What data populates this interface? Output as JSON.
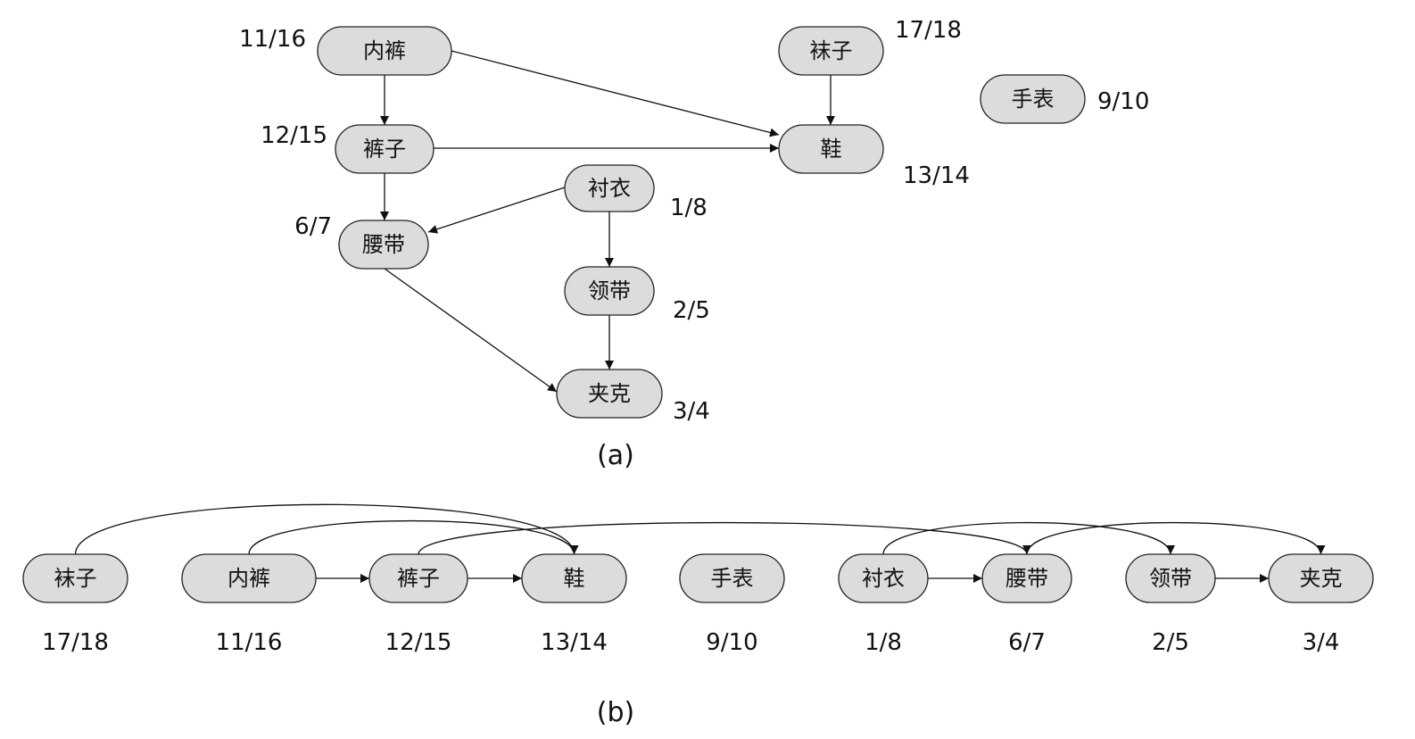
{
  "nodes": {
    "underpants": {
      "label": "内裤",
      "times": "11/16"
    },
    "socks": {
      "label": "袜子",
      "times": "17/18"
    },
    "watch": {
      "label": "手表",
      "times": "9/10"
    },
    "pants": {
      "label": "裤子",
      "times": "12/15"
    },
    "shoes": {
      "label": "鞋",
      "times": "13/14"
    },
    "shirt": {
      "label": "衬衣",
      "times": "1/8"
    },
    "belt": {
      "label": "腰带",
      "times": "6/7"
    },
    "tie": {
      "label": "领带",
      "times": "2/5"
    },
    "jacket": {
      "label": "夹克",
      "times": "3/4"
    }
  },
  "edges": [
    [
      "underpants",
      "pants"
    ],
    [
      "underpants",
      "shoes"
    ],
    [
      "socks",
      "shoes"
    ],
    [
      "pants",
      "shoes"
    ],
    [
      "pants",
      "belt"
    ],
    [
      "shirt",
      "belt"
    ],
    [
      "shirt",
      "tie"
    ],
    [
      "tie",
      "jacket"
    ],
    [
      "belt",
      "jacket"
    ]
  ],
  "topological_order": [
    "socks",
    "underpants",
    "pants",
    "shoes",
    "watch",
    "shirt",
    "belt",
    "tie",
    "jacket"
  ],
  "captions": {
    "a": "(a)",
    "b": "(b)"
  }
}
